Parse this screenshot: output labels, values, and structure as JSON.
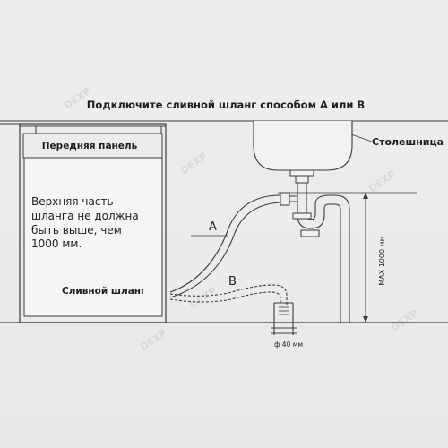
{
  "diagram": {
    "title": "Подключите сливной шланг способом A или B",
    "front_panel_label": "Передняя панель",
    "note_lines": [
      "Верхняя часть",
      "шланга не должна",
      "быть выше, чем",
      "1000 мм."
    ],
    "drain_hose_label": "Сливной шланг",
    "countertop_label": "Столешница",
    "method_a_label": "A",
    "method_b_label": "B",
    "max_height_label": "MAX 1000 мм",
    "pipe_diameter_label": "ф 40 мм",
    "watermark": "DEXP"
  }
}
